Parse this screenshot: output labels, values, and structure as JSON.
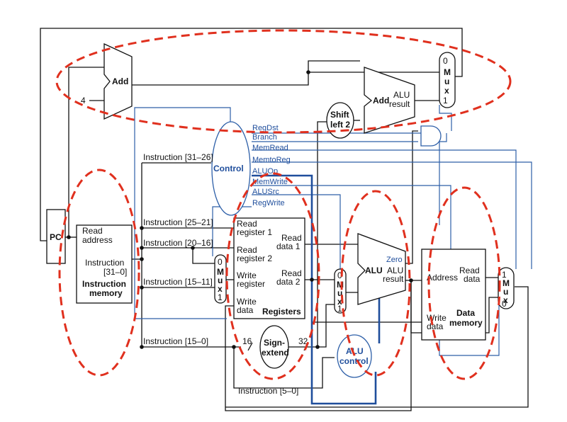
{
  "labels": {
    "add_top": "Add",
    "add_branch": "Add",
    "alu_result_branch_1": "ALU",
    "alu_result_branch_2": "result",
    "const_4": "4",
    "mux_top_0": "0",
    "mux_top_1": "1",
    "mux_word": [
      "M",
      "u",
      "x"
    ],
    "shift_1": "Shift",
    "shift_2": "left 2",
    "control": "Control",
    "ctrl_signals": [
      "RegDst",
      "Branch",
      "MemRead",
      "MemtoReg",
      "ALUOp",
      "MemWrite",
      "ALUSrc",
      "RegWrite"
    ],
    "pc": "PC",
    "im_read_1": "Read",
    "im_read_2": "address",
    "im_instr_1": "Instruction",
    "im_instr_2": "[31–0]",
    "im_title_1": "Instruction",
    "im_title_2": "memory",
    "instr_31_26": "Instruction [31–26]",
    "instr_25_21": "Instruction [25–21]",
    "instr_20_16": "Instruction [20–16]",
    "instr_15_11": "Instruction [15–11]",
    "instr_15_0": "Instruction [15–0]",
    "instr_5_0": "Instruction [5–0]",
    "reg_rr1_1": "Read",
    "reg_rr1_2": "register 1",
    "reg_rr2_1": "Read",
    "reg_rr2_2": "register 2",
    "reg_wr_1": "Write",
    "reg_wr_2": "register",
    "reg_wd_1": "Write",
    "reg_wd_2": "data",
    "reg_rd1_1": "Read",
    "reg_rd1_2": "data 1",
    "reg_rd2_1": "Read",
    "reg_rd2_2": "data 2",
    "reg_title": "Registers",
    "mux_reg_0": "0",
    "mux_reg_1": "1",
    "mux_alu_0": "0",
    "mux_alu_1": "1",
    "mux_mem_1": "1",
    "mux_mem_0": "0",
    "sign_1": "Sign-",
    "sign_2": "extend",
    "bits_16": "16",
    "bits_32": "32",
    "alu": "ALU",
    "zero": "Zero",
    "alu_res_1": "ALU",
    "alu_res_2": "result",
    "aluctrl_1": "ALU",
    "aluctrl_2": "control",
    "dm_addr": "Address",
    "dm_read_1": "Read",
    "dm_read_2": "data",
    "dm_write_1": "Write",
    "dm_write_2": "data",
    "dm_title_1": "Data",
    "dm_title_2": "memory"
  },
  "colors": {
    "ink": "#111111",
    "control_blue": "#1f4e9c",
    "highlight_red": "#e0301e"
  }
}
